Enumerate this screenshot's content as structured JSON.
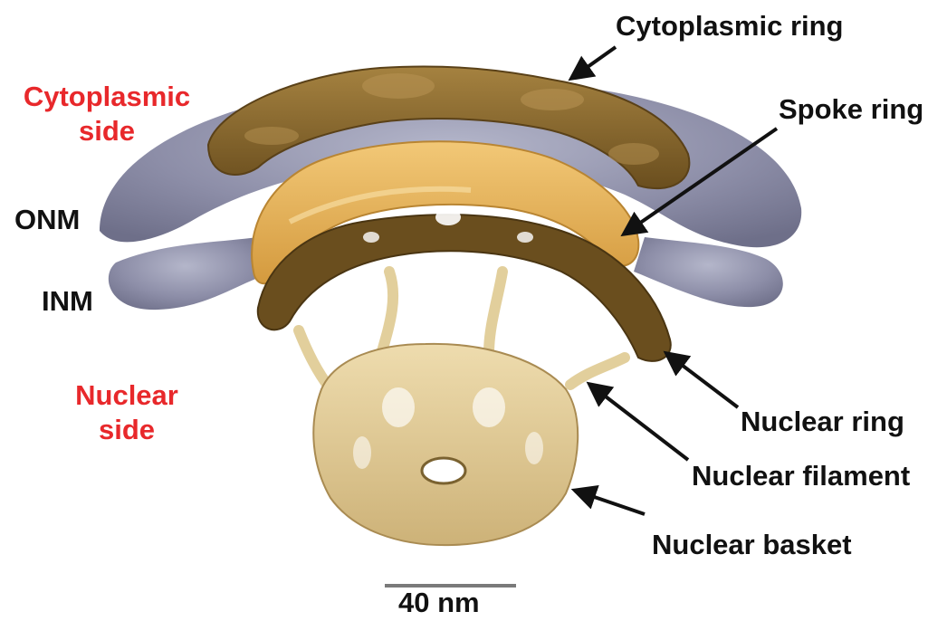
{
  "labels": {
    "cytoplasmic_side": [
      "Cytoplasmic",
      "side"
    ],
    "onm": "ONM",
    "inm": "INM",
    "nuclear_side": [
      "Nuclear",
      "side"
    ],
    "cytoplasmic_ring": "Cytoplasmic ring",
    "spoke_ring": "Spoke ring",
    "nuclear_ring": "Nuclear ring",
    "nuclear_filament": "Nuclear filament",
    "nuclear_basket": "Nuclear basket",
    "scale_bar": "40 nm"
  },
  "colors": {
    "side_label": "#e8282b",
    "structure_label": "#111111",
    "membrane": "#8d8ea8",
    "cytoplasmic_ring": "#8a6a2c",
    "spoke_ring": "#e6b45c",
    "nuclear_ring": "#6a4e1e",
    "basket": "#e2cf9c"
  }
}
